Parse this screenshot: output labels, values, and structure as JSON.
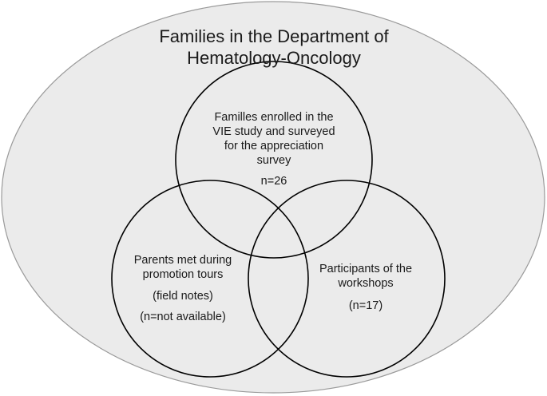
{
  "outer": {
    "title_lines": [
      "Families in the Department of",
      "Hematology-Oncology"
    ]
  },
  "circles": {
    "top": {
      "lines": [
        "Familles enrolled in the",
        "VIE study and surveyed",
        "for the appreciation",
        "survey"
      ],
      "count": "n=26"
    },
    "left": {
      "lines": [
        "Parents met during",
        "promotion tours"
      ],
      "note": "(field notes)",
      "count": "(n=not available)"
    },
    "right": {
      "lines": [
        "Participants of the",
        "workshops"
      ],
      "count": "(n=17)"
    }
  },
  "colors": {
    "outer_fill": "#ebebeb",
    "outer_stroke": "#9a9a9a",
    "circle_stroke": "#000000"
  }
}
